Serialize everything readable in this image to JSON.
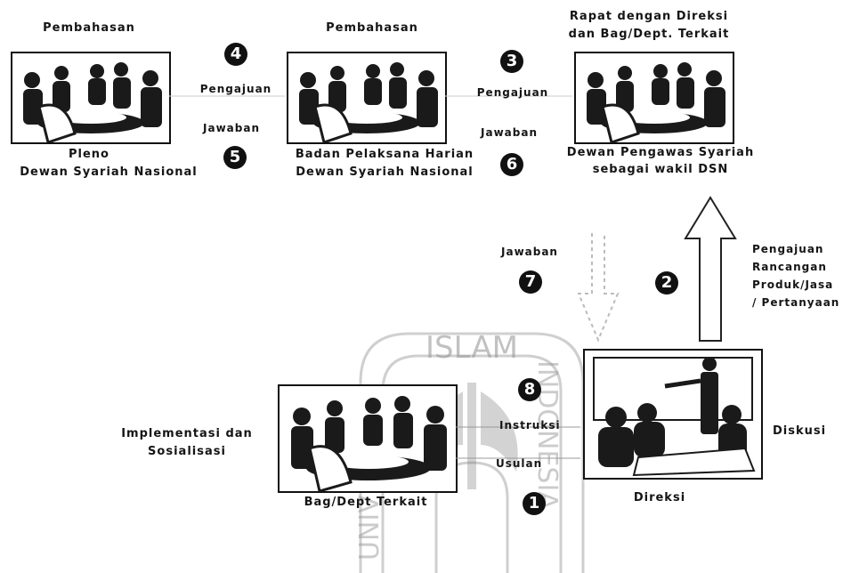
{
  "nodes": {
    "pleno": {
      "top": "Pembahasan",
      "bottom_line1": "Pleno",
      "bottom_line2": "Dewan Syariah Nasional"
    },
    "bph": {
      "top": "Pembahasan",
      "bottom_line1": "Badan Pelaksana Harian",
      "bottom_line2": "Dewan Syariah Nasional"
    },
    "dps": {
      "top_line1": "Rapat dengan Direksi",
      "top_line2": "dan Bag/Dept. Terkait",
      "bottom_line1": "Dewan Pengawas Syariah",
      "bottom_line2": "sebagai wakil DSN"
    },
    "direksi": {
      "label": "Direksi",
      "side": "Diskusi"
    },
    "bagdept": {
      "label": "Bag/Dept Terkait",
      "side_line1": "Implementasi dan",
      "side_line2": "Sosialisasi"
    }
  },
  "steps": {
    "s1": "1",
    "s2": "2",
    "s3": "3",
    "s4": "4",
    "s5": "5",
    "s6": "6",
    "s7": "7",
    "s8": "8"
  },
  "edges": {
    "pengajuan_a": "Pengajuan",
    "jawaban_a": "Jawaban",
    "pengajuan_b": "Pengajuan",
    "jawaban_b": "Jawaban",
    "jawaban_c": "Jawaban",
    "pengajuan_rancangan_1": "Pengajuan",
    "pengajuan_rancangan_2": "Rancangan",
    "pengajuan_rancangan_3": "Produk/Jasa",
    "pengajuan_rancangan_4": "/ Pertanyaan",
    "instruksi": "Instruksi",
    "usulan": "Usulan"
  },
  "watermark": {
    "top": "ISLAM",
    "left": "UNIVERSITAS",
    "right": "INDONESIA"
  }
}
